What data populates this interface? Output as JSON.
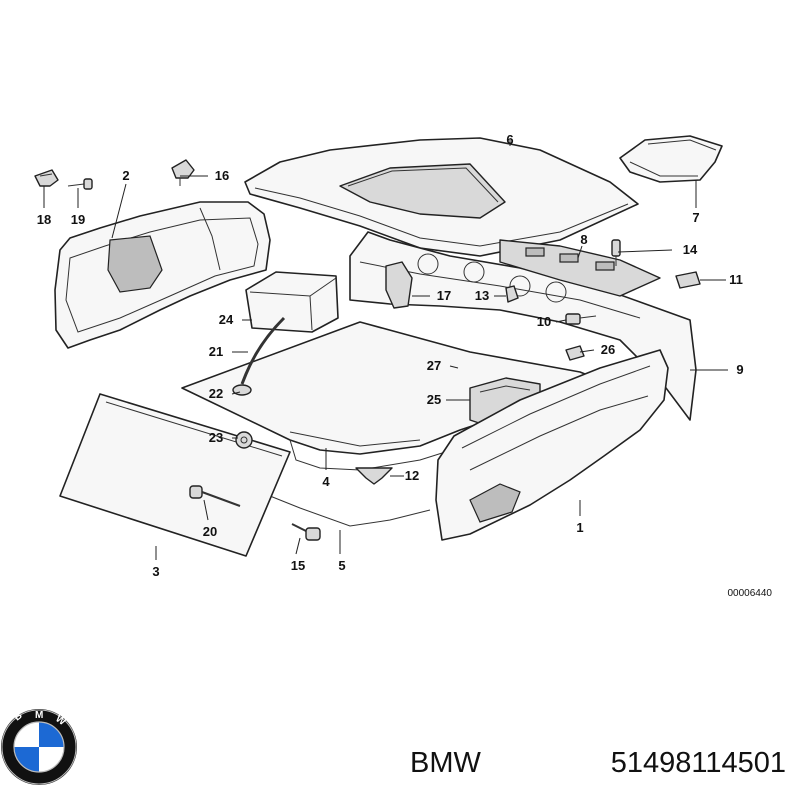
{
  "callouts": {
    "c1": "1",
    "c2": "2",
    "c3": "3",
    "c4": "4",
    "c5": "5",
    "c6": "6",
    "c7": "7",
    "c8": "8",
    "c9": "9",
    "c10": "10",
    "c11": "11",
    "c12": "12",
    "c13": "13",
    "c14": "14",
    "c15": "15",
    "c16": "16",
    "c17": "17",
    "c18": "18",
    "c19": "19",
    "c20": "20",
    "c21": "21",
    "c22": "22",
    "c23": "23",
    "c24": "24",
    "c25": "25",
    "c26": "26",
    "c27": "27"
  },
  "diagram_code": "00006440",
  "brand": "BMW",
  "part_number": "51498114501",
  "logo": {
    "letters": "BMW",
    "colors": {
      "blue": "#1c69d4",
      "ring": "#111111",
      "white": "#ffffff"
    }
  }
}
